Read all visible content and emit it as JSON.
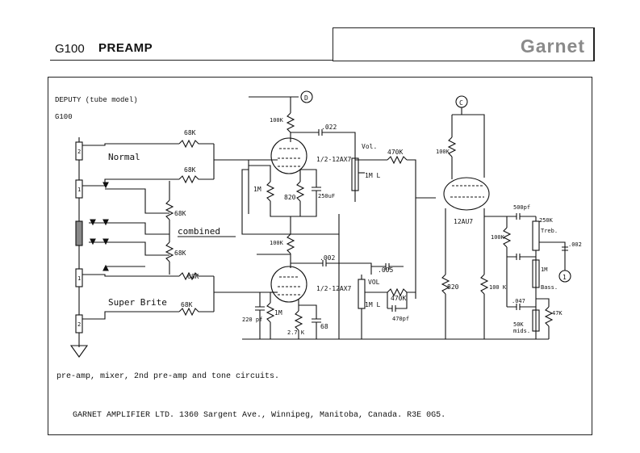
{
  "header": {
    "model": "G100",
    "section": "PREAMP",
    "brand": "Garnet"
  },
  "sheet": {
    "subtitle": "DEPUTY (tube model)",
    "code": "G100",
    "caption": "pre-amp, mixer, 2nd pre-amp and tone circuits.",
    "company": "GARNET AMPLIFIER LTD.  1360 Sargent Ave., Winnipeg, Manitoba, Canada. R3E 0G5."
  },
  "schematic": {
    "channels": {
      "normal": "Normal",
      "combined": "combined",
      "super_brite": "Super Brite"
    },
    "jacks": {
      "j2": "2",
      "j1": "1",
      "j1b": "1",
      "j2b": "2"
    },
    "nodes": {
      "d": "D",
      "c": "C",
      "one": "1"
    },
    "tubes": {
      "v1_top": "1/2-12AX7",
      "v1_bottom": "1/2-12AX7",
      "v2": "12AU7"
    },
    "labels": {
      "r_68k_a": "68K",
      "r_68k_b": "68K",
      "r_68k_c": "68K",
      "r_68k_d": "68K",
      "r_68k_e": "68K",
      "r_68k_f": "68K",
      "r_100k_a": "100K",
      "r_100k_b": "100K",
      "r_100k_c": "100K",
      "r_100k_d": "100K",
      "r_100k_e": "100 K",
      "c_022": ".022",
      "r_1m_a": "1M",
      "r_820_a": "820",
      "c_250": "250uF",
      "vol_a": "Vol.",
      "pot_1m_a": "1M L",
      "r_470k_a": "470K",
      "r_1m_b": "1M",
      "c_002": ".002",
      "c_220": "220 pf",
      "r_27k": "2.7 K",
      "c_68": "68",
      "c_005": ".005",
      "vol_b": "VOL",
      "pot_1m_b": "1M L",
      "r_470k_b": "470K",
      "c_470": "470pf",
      "r_820_b": "820",
      "c_500pf": "500pf",
      "pot_250k": "250K",
      "treb": "Treb.",
      "c_002b": ".002",
      "pot_1m_c": "1M",
      "bass": "Bass.",
      "c_047": ".047",
      "r_47k": "47K",
      "pot_50k": "50K",
      "mids": "mids."
    }
  }
}
